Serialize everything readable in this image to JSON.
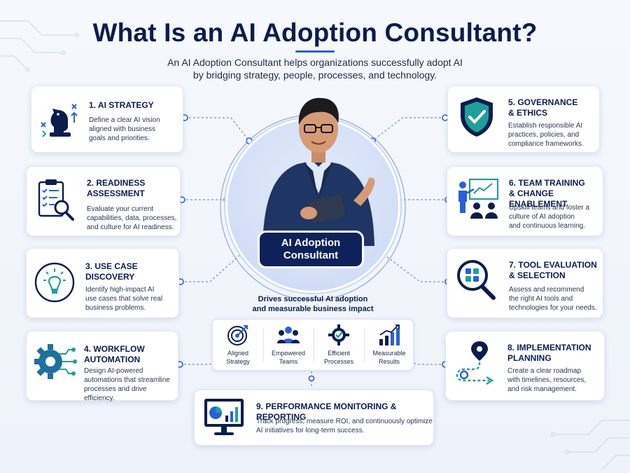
{
  "title": "What Is an AI Adoption Consultant?",
  "subtitle": {
    "line1": "An AI Adoption Consultant helps organizations successfully adopt AI",
    "line2": "by bridging strategy, people, processes, and technology."
  },
  "center": {
    "badge_line1": "AI Adoption",
    "badge_line2": "Consultant",
    "drives_line1": "Drives successful AI adoption",
    "drives_line2": "and measurable business impact"
  },
  "outcomes": [
    {
      "line1": "Aligned",
      "line2": "Strategy",
      "icon": "target-icon"
    },
    {
      "line1": "Empowered",
      "line2": "Teams",
      "icon": "team-icon"
    },
    {
      "line1": "Efficient",
      "line2": "Processes",
      "icon": "gear-check-icon"
    },
    {
      "line1": "Measurable",
      "line2": "Results",
      "icon": "bar-growth-icon"
    }
  ],
  "cards": [
    {
      "title1": "1. AI STRATEGY",
      "title2": "",
      "desc": [
        "Define a clear AI vision",
        "aligned with business",
        "goals and priorities."
      ],
      "icon": "chess-knight-icon"
    },
    {
      "title1": "2. READINESS",
      "title2": "ASSESSMENT",
      "desc": [
        "Evaluate your current",
        "capabilities, data, processes,",
        "and culture for AI readiness."
      ],
      "icon": "checklist-magnifier-icon"
    },
    {
      "title1": "3. USE CASE",
      "title2": "DISCOVERY",
      "desc": [
        "Identify high-impact AI",
        "use cases that solve real",
        "business problems."
      ],
      "icon": "lightbulb-icon"
    },
    {
      "title1": "4. WORKFLOW",
      "title2": "AUTOMATION",
      "desc": [
        "Design AI-powered",
        "automations that streamline",
        "processes and drive efficiency."
      ],
      "icon": "gear-circuit-icon"
    },
    {
      "title1": "5. GOVERNANCE",
      "title2": "& ETHICS",
      "desc": [
        "Establish responsible AI",
        "practices, policies, and",
        "compliance frameworks."
      ],
      "icon": "shield-check-icon"
    },
    {
      "title1": "6. TEAM TRAINING",
      "title2": "& CHANGE ENABLEMENT",
      "desc": [
        "Upskill teams and foster a",
        "culture of AI adoption",
        "and continuous learning."
      ],
      "icon": "presentation-team-icon"
    },
    {
      "title1": "7. TOOL EVALUATION",
      "title2": "& SELECTION",
      "desc": [
        "Assess and recommend",
        "the right AI tools and",
        "technologies for your needs."
      ],
      "icon": "magnifier-grid-icon"
    },
    {
      "title1": "8. IMPLEMENTATION",
      "title2": "PLANNING",
      "desc": [
        "Create a clear roadmap",
        "with timelines, resources,",
        "and risk management."
      ],
      "icon": "roadmap-pin-icon"
    },
    {
      "title1": "9. PERFORMANCE MONITORING & REPORTING",
      "title2": "",
      "desc": [
        "Track progress, measure ROI, and continuously optimize",
        "AI initiatives for long-term success."
      ],
      "icon": "monitor-chart-icon"
    }
  ],
  "colors": {
    "navy": "#0b1d4d",
    "accent_blue": "#2b5fd9",
    "teal": "#1f9f9a",
    "card_bg": "#ffffff"
  }
}
